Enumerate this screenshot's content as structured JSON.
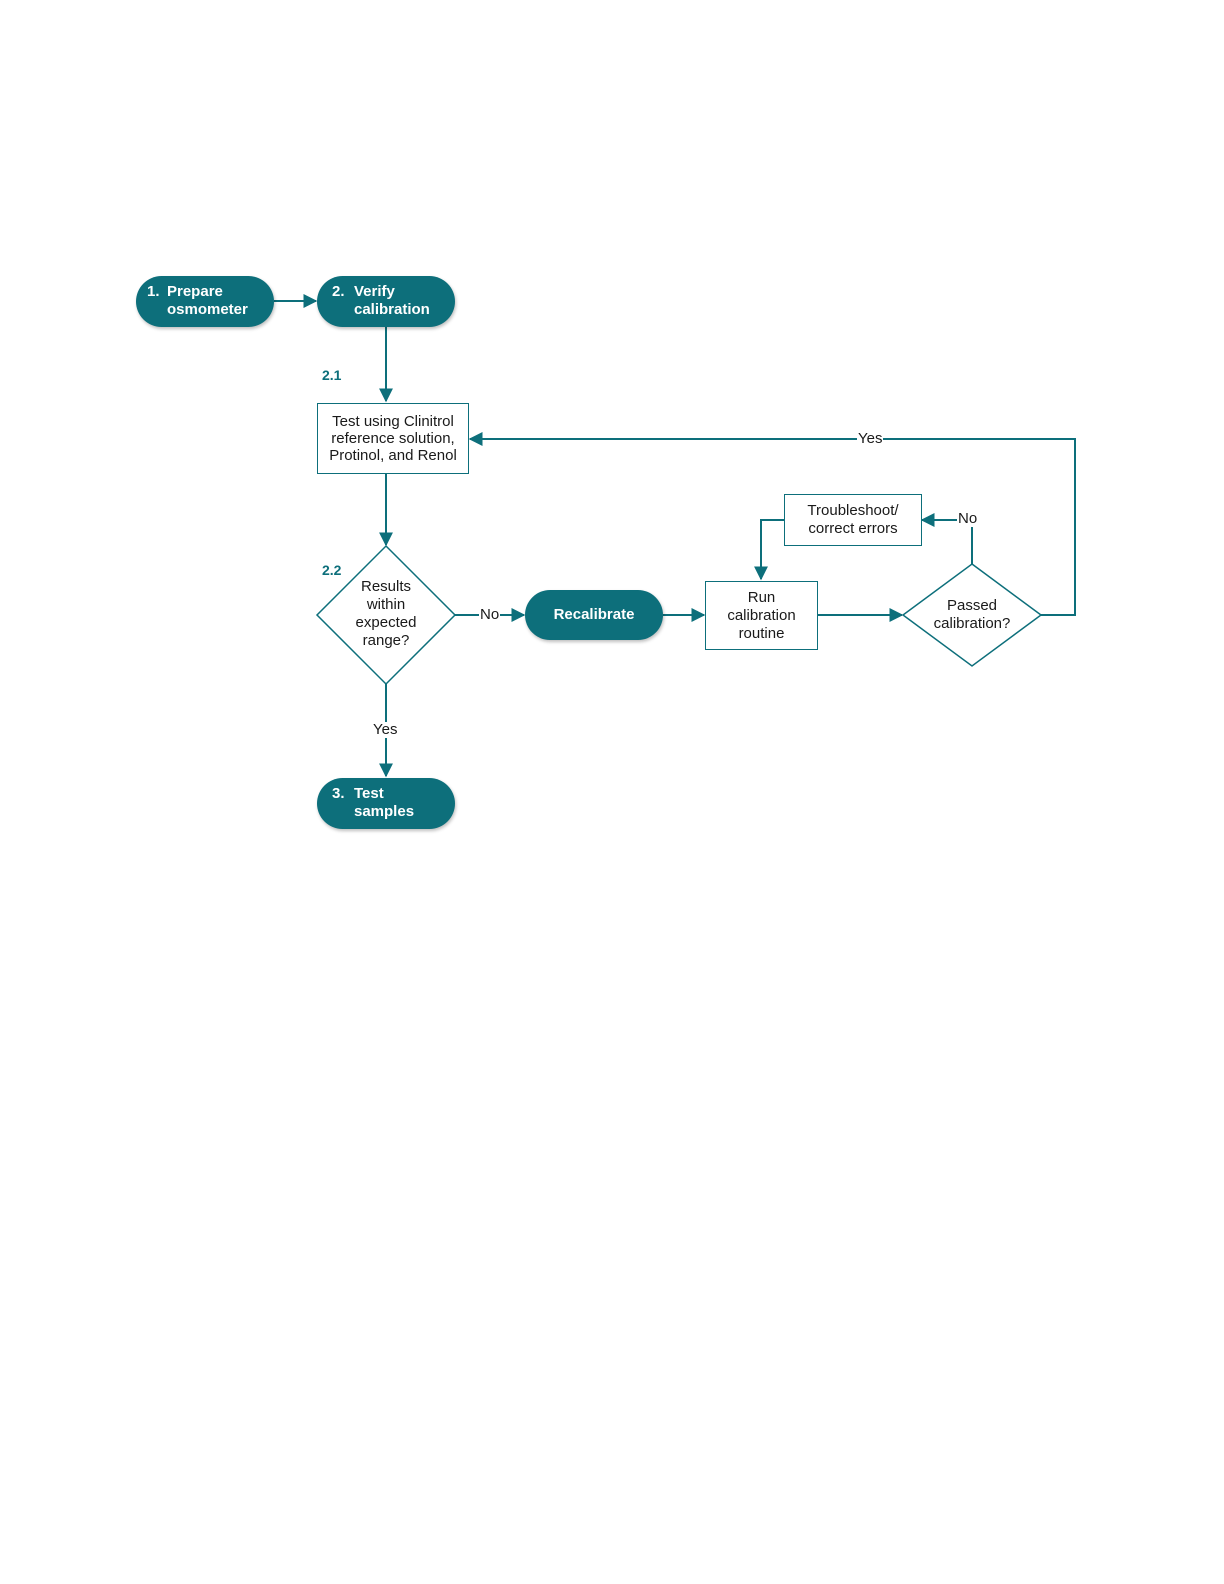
{
  "colors": {
    "accent": "#0d6f7b",
    "text": "#1a1a1a"
  },
  "diagram": {
    "nodes": {
      "prepare": {
        "number": "1.",
        "label_line1": "Prepare",
        "label_line2": "osmometer"
      },
      "verify": {
        "number": "2.",
        "label_line1": "Verify",
        "label_line2": "calibration"
      },
      "test_reference": {
        "line1": "Test using Clinitrol",
        "line2": "reference solution,",
        "line3": "Protinol, and Renol"
      },
      "results_decision": {
        "line1": "Results",
        "line2": "within",
        "line3": "expected",
        "line4": "range?"
      },
      "recalibrate": {
        "label": "Recalibrate"
      },
      "run_routine": {
        "line1": "Run",
        "line2": "calibration",
        "line3": "routine"
      },
      "passed_decision": {
        "line1": "Passed",
        "line2": "calibration?"
      },
      "troubleshoot": {
        "line1": "Troubleshoot/",
        "line2": "correct errors"
      },
      "test_samples": {
        "number": "3.",
        "label_line1": "Test",
        "label_line2": "samples"
      }
    },
    "step_labels": {
      "s21": "2.1",
      "s22": "2.2"
    },
    "edge_labels": {
      "results_no": "No",
      "results_yes": "Yes",
      "passed_yes": "Yes",
      "passed_no": "No"
    }
  }
}
